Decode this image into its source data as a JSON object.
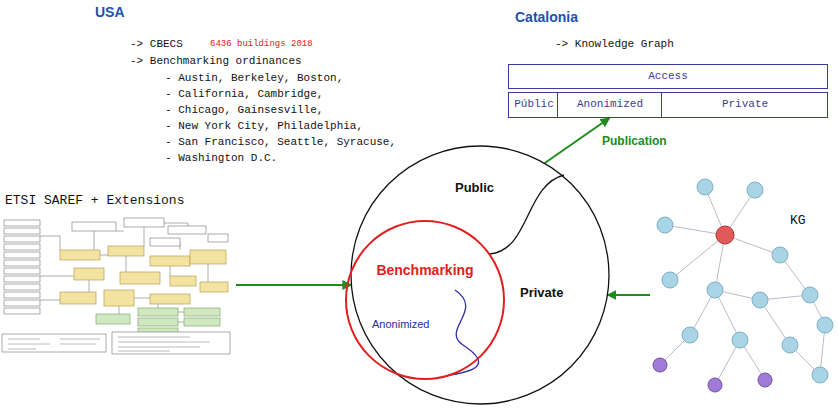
{
  "diagram": {
    "nodes": [
      {
        "text": [
          "Access"
        ]
      },
      {
        "text": [
          "Públic"
        ],
        "in": 0
      },
      {
        "text": [
          "Anonimized"
        ],
        "in": 0
      },
      {
        "text": [
          "Private"
        ],
        "in": 0
      },
      {
        "text": [
          "ETSI SAREF + Extensions"
        ]
      },
      {
        "text": [
          "Public",
          "Private"
        ]
      },
      {
        "text": [
          "Benchmarking",
          "Anonimized"
        ],
        "in": 5
      },
      {
        "text": [
          "KG"
        ]
      }
    ],
    "edges": [
      {
        "from": 4,
        "to": 5,
        "arrow": "to"
      },
      {
        "from": 5,
        "to": 2,
        "arrow": "to",
        "label": "Publication"
      },
      {
        "from": 7,
        "to": 5,
        "arrow": "to"
      }
    ],
    "labels": [
      "USA",
      "-> CBECS",
      "6436 buildings 2018",
      "-> Benchmarking ordinances",
      "- Austin, Berkeley, Boston,",
      "- California, Cambridge,",
      "- Chicago, Gainsesville,",
      "- New York City, Philadelphia,",
      "- San Francisco, Seattle, Syracuse,",
      "- Washington D.C.",
      "Catalonia",
      "-> Knowledge Graph"
    ]
  }
}
